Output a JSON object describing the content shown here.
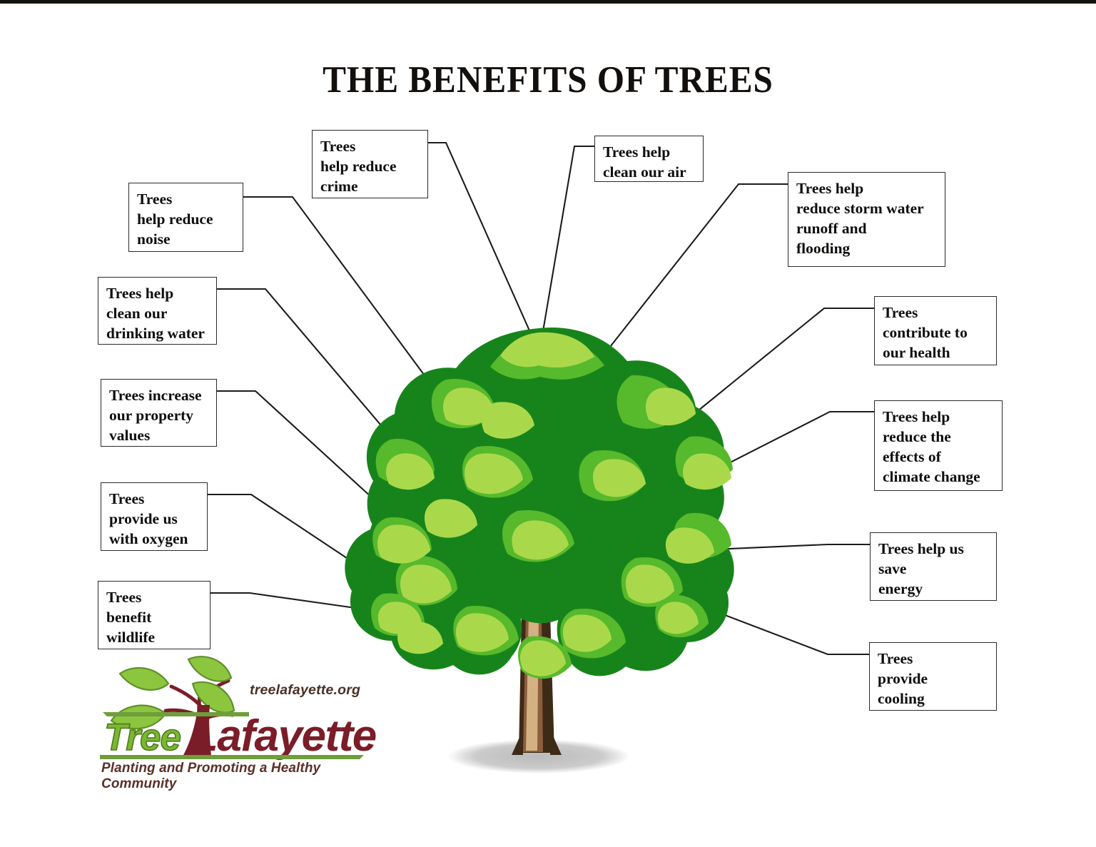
{
  "page": {
    "title": "THE BENEFITS OF TREES",
    "background_color": "#ffffff",
    "box_border_color": "#2b2b2b",
    "text_color": "#100e0c",
    "leader_line_color": "#1c1c1c"
  },
  "benefits": [
    {
      "id": "reduce-noise",
      "text": "Trees\nhelp reduce\nnoise",
      "side": "left"
    },
    {
      "id": "reduce-crime",
      "text": "Trees\nhelp reduce\ncrime",
      "side": "left"
    },
    {
      "id": "clean-air",
      "text": "Trees help\nclean our air",
      "side": "right"
    },
    {
      "id": "storm-water",
      "text": "Trees help\nreduce storm water\nrunoff and\nflooding",
      "side": "right"
    },
    {
      "id": "drinking-water",
      "text": "Trees  help\nclean our\ndrinking water",
      "side": "left"
    },
    {
      "id": "property-values",
      "text": "Trees increase\nour property\nvalues",
      "side": "left"
    },
    {
      "id": "oxygen",
      "text": "Trees\nprovide us\nwith oxygen",
      "side": "left"
    },
    {
      "id": "wildlife",
      "text": "Trees\nbenefit\nwildlife",
      "side": "left"
    },
    {
      "id": "health",
      "text": "Trees\ncontribute to\nour  health",
      "side": "right"
    },
    {
      "id": "climate-change",
      "text": "Trees help\nreduce the\neffects of\nclimate change",
      "side": "right"
    },
    {
      "id": "save-energy",
      "text": "Trees help us\nsave\nenergy",
      "side": "right"
    },
    {
      "id": "cooling",
      "text": "Trees\nprovide\ncooling",
      "side": "right"
    }
  ],
  "logo": {
    "url": "treelafayette.org",
    "word_primary": "Tree",
    "word_secondary": "Lafayette",
    "tagline": "Planting and Promoting a Healthy Community",
    "green": "#7ab832",
    "maroon": "#7b1d28",
    "rule_green": "#6f9e3a"
  },
  "tree_art": {
    "canopy_light": "#a9d94b",
    "canopy_mid": "#57b92c",
    "canopy_dark": "#17841b",
    "branch_dark": "#3d2a17",
    "branch_mid": "#8b5e3c",
    "trunk_light": "#d9b88a",
    "shadow": "#b9b9b9"
  }
}
